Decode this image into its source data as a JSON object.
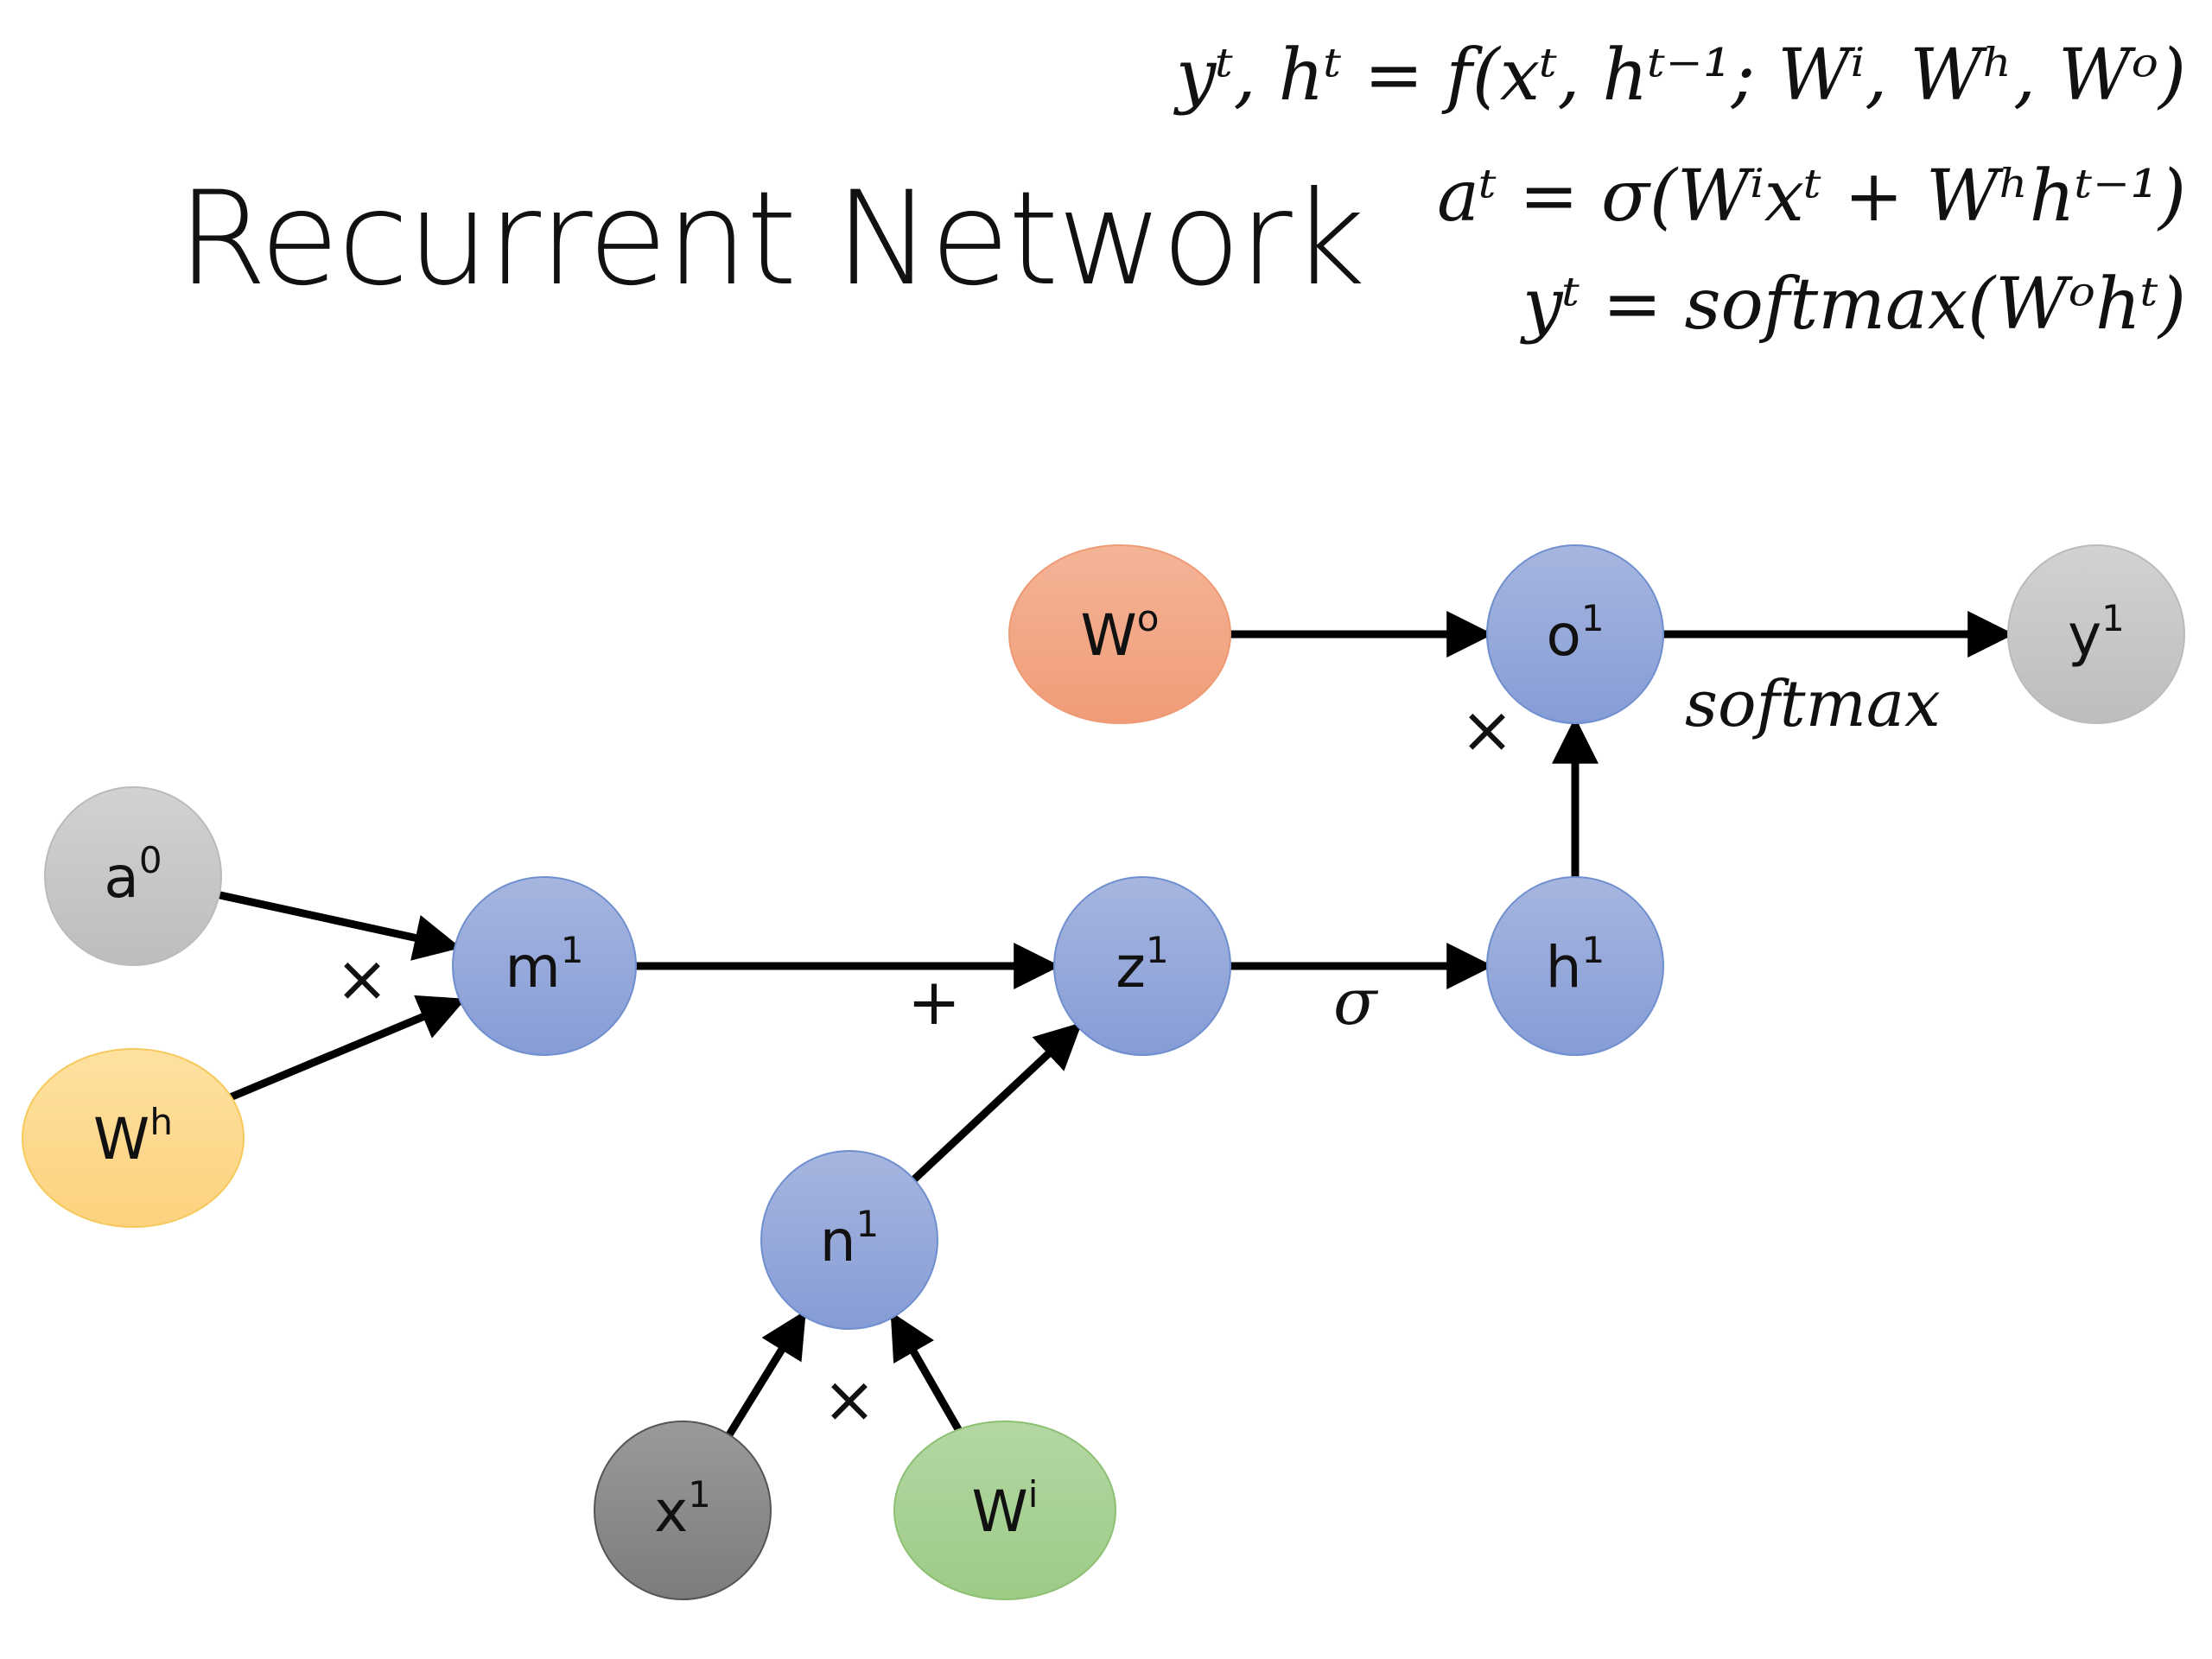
{
  "title": "Recurrent Network",
  "equations": [
    "yᵗ, hᵗ = f(xᵗ, hᵗ⁻¹; Wⁱ, Wʰ, Wᵒ)",
    "aᵗ = σ(Wⁱxᵗ + Wʰhᵗ⁻¹)",
    "yᵗ = softmax(Wᵒhᵗ)"
  ],
  "colors": {
    "blue": "#8EA5D8",
    "blue_stroke": "#6F8FCF",
    "orange": "#F2A582",
    "yellow": "#FDD88A",
    "green": "#A5CF8F",
    "light_gray": "#C8C8C8",
    "dark_gray": "#8A8A8A",
    "arrow": "#000000"
  },
  "nodes": [
    {
      "id": "Wo",
      "base": "W",
      "sup": "o",
      "color": "orange"
    },
    {
      "id": "o1",
      "base": "o",
      "sup": "1",
      "color": "blue"
    },
    {
      "id": "y1",
      "base": "y",
      "sup": "1",
      "color": "light_gray"
    },
    {
      "id": "a0",
      "base": "a",
      "sup": "0",
      "color": "light_gray"
    },
    {
      "id": "Wh",
      "base": "W",
      "sup": "h",
      "color": "yellow"
    },
    {
      "id": "m1",
      "base": "m",
      "sup": "1",
      "color": "blue"
    },
    {
      "id": "z1",
      "base": "z",
      "sup": "1",
      "color": "blue"
    },
    {
      "id": "h1",
      "base": "h",
      "sup": "1",
      "color": "blue"
    },
    {
      "id": "n1",
      "base": "n",
      "sup": "1",
      "color": "blue"
    },
    {
      "id": "x1",
      "base": "x",
      "sup": "1",
      "color": "dark_gray"
    },
    {
      "id": "Wi",
      "base": "W",
      "sup": "i",
      "color": "green"
    }
  ],
  "edges": [
    {
      "from": "Wo",
      "to": "o1"
    },
    {
      "from": "o1",
      "to": "y1"
    },
    {
      "from": "h1",
      "to": "o1"
    },
    {
      "from": "a0",
      "to": "m1"
    },
    {
      "from": "Wh",
      "to": "m1"
    },
    {
      "from": "m1",
      "to": "z1"
    },
    {
      "from": "n1",
      "to": "z1"
    },
    {
      "from": "z1",
      "to": "h1"
    },
    {
      "from": "x1",
      "to": "n1"
    },
    {
      "from": "Wi",
      "to": "n1"
    }
  ],
  "operators": {
    "times_o": "×",
    "softmax": "softmax",
    "times_m": "×",
    "plus_z": "+",
    "sigma": "σ",
    "times_n": "×"
  }
}
